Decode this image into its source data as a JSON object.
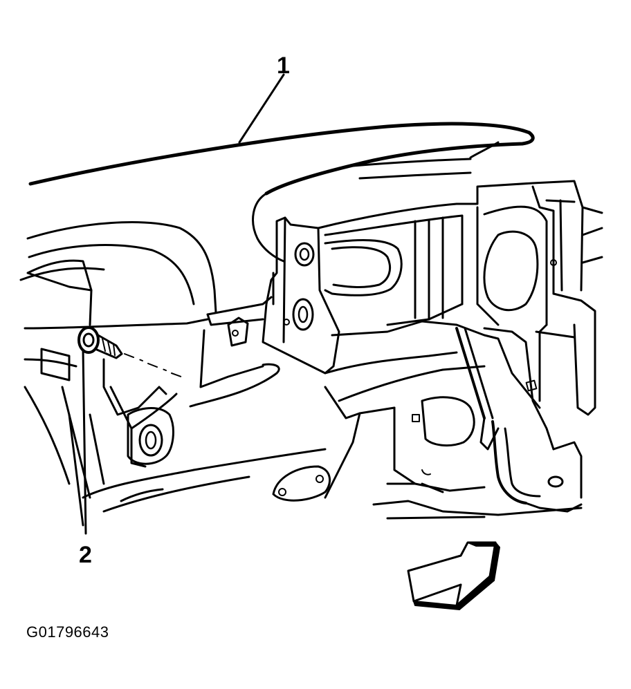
{
  "diagram": {
    "callouts": [
      {
        "number": "1",
        "part": "instrument-panel-cover"
      },
      {
        "number": "2",
        "part": "fastener-bolt"
      }
    ],
    "figure_id": "G01796643",
    "colors": {
      "line": "#000000",
      "background": "#ffffff"
    },
    "icons": {
      "direction_arrow": "front-direction-arrow-icon"
    }
  }
}
